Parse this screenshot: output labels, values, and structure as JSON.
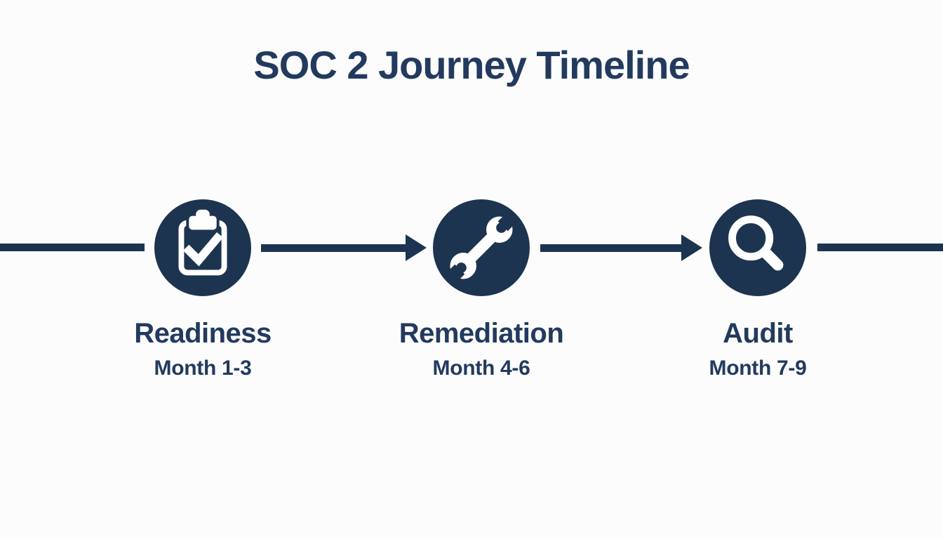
{
  "title": "SOC 2 Journey Timeline",
  "colors": {
    "navy_shape": "#1d3450",
    "navy_text": "#223a5e",
    "background": "#fcfcfd",
    "icon_white": "#ffffff"
  },
  "timeline": {
    "stages": [
      {
        "name": "Readiness",
        "period": "Month 1-3",
        "icon": "clipboard-check-icon"
      },
      {
        "name": "Remediation",
        "period": "Month 4-6",
        "icon": "wrench-icon"
      },
      {
        "name": "Audit",
        "period": "Month 7-9",
        "icon": "magnifier-icon"
      }
    ]
  }
}
